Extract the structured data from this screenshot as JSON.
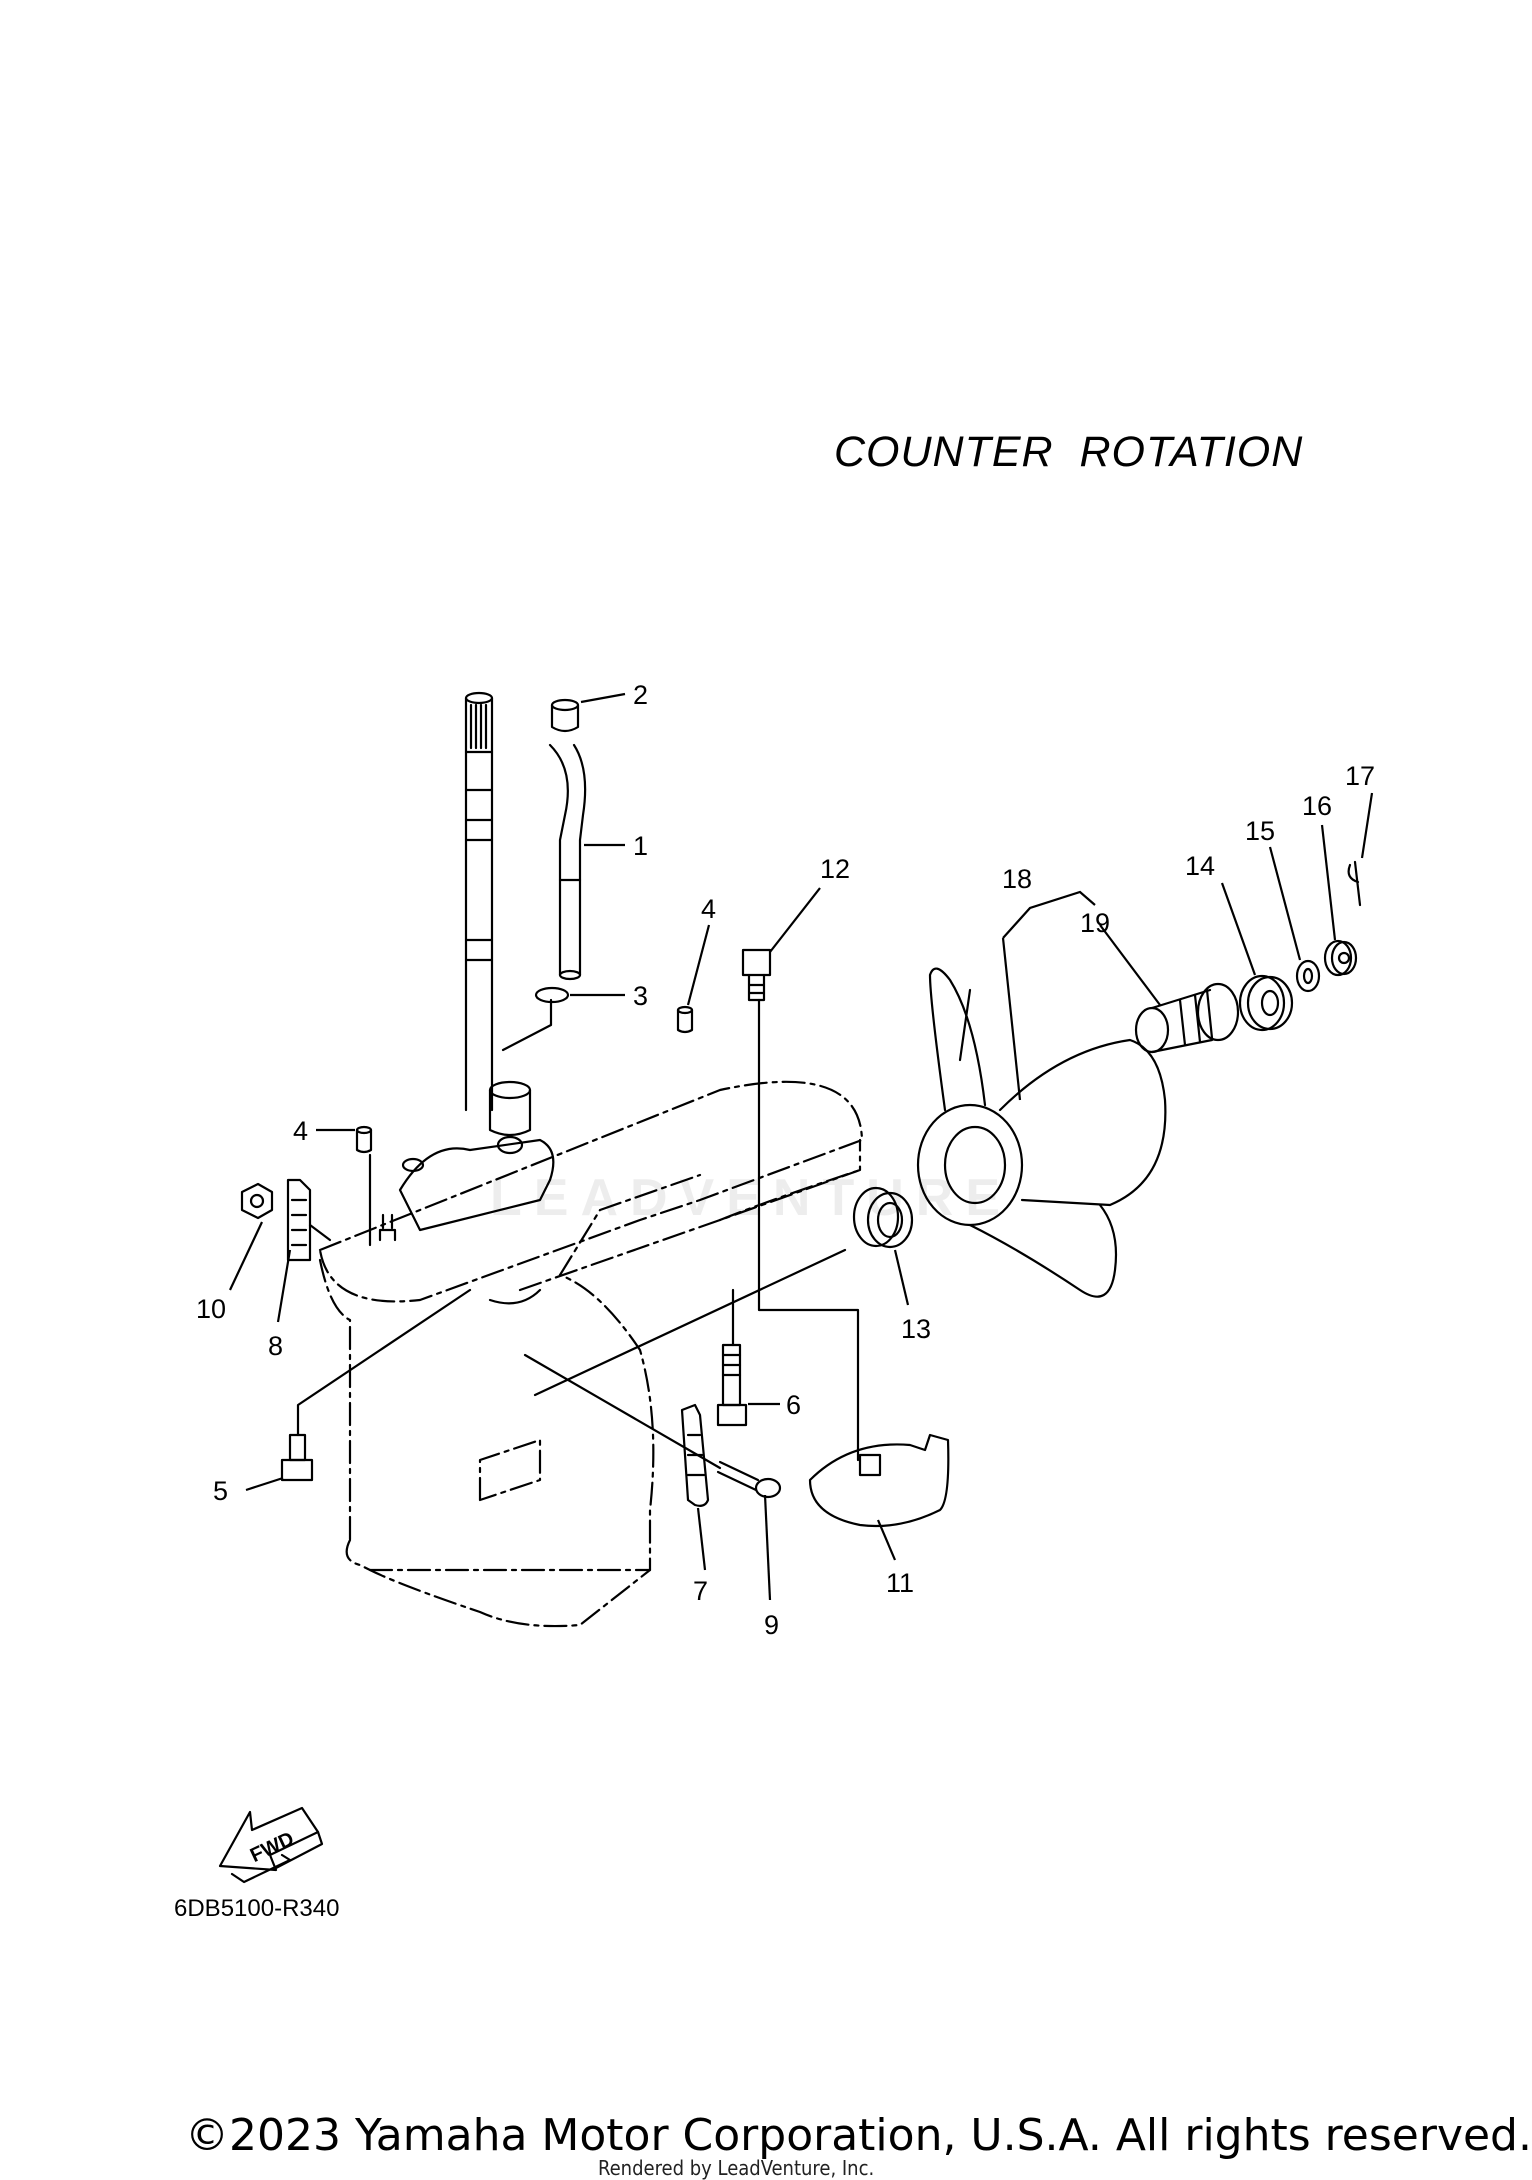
{
  "title": "COUNTER  ROTATION",
  "diagram_code": "6DB5100-R340",
  "fwd_label": "FWD",
  "watermark": "LEADVENTURE",
  "copyright": "©2023 Yamaha Motor Corporation, U.S.A. All rights reserved.",
  "rendered_by": "Rendered by LeadVenture, Inc.",
  "callouts": [
    {
      "num": "1"
    },
    {
      "num": "2"
    },
    {
      "num": "3"
    },
    {
      "num": "4"
    },
    {
      "num": "4"
    },
    {
      "num": "5"
    },
    {
      "num": "6"
    },
    {
      "num": "7"
    },
    {
      "num": "8"
    },
    {
      "num": "9"
    },
    {
      "num": "10"
    },
    {
      "num": "11"
    },
    {
      "num": "12"
    },
    {
      "num": "13"
    },
    {
      "num": "14"
    },
    {
      "num": "15"
    },
    {
      "num": "16"
    },
    {
      "num": "17"
    },
    {
      "num": "18"
    },
    {
      "num": "19"
    }
  ]
}
